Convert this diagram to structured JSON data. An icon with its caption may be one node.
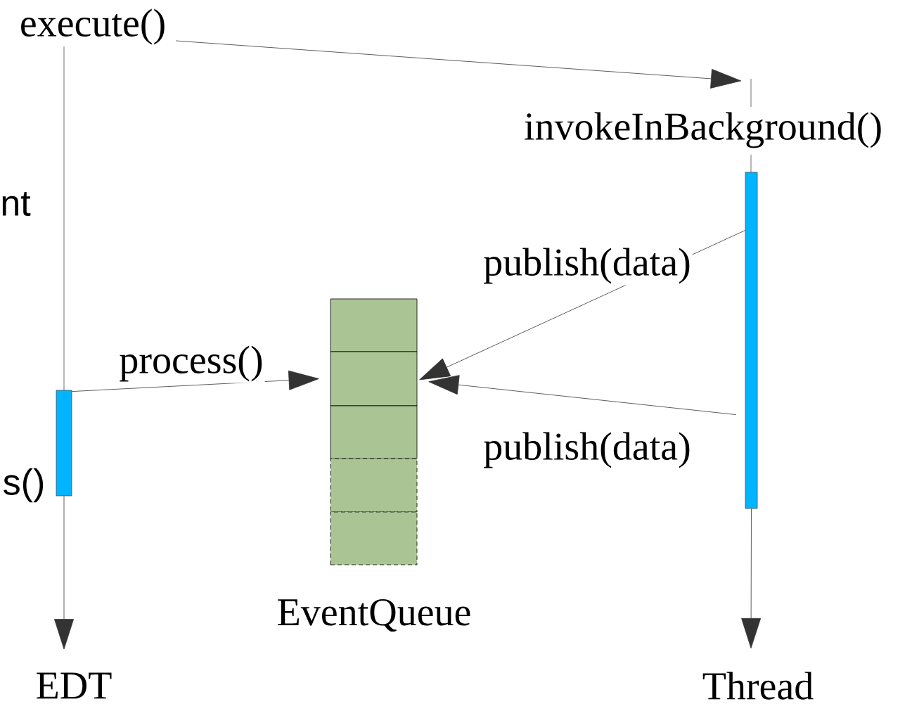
{
  "diagram": {
    "nodes": [
      {
        "text": [
          "EDT"
        ]
      },
      {
        "text": [
          "Thread"
        ]
      },
      {
        "text": [],
        "shape": "bar"
      },
      {
        "text": [],
        "shape": "bar"
      },
      {
        "text": [
          "EventQueue"
        ]
      },
      {
        "text": [],
        "shape": "box"
      },
      {
        "text": [],
        "shape": "box"
      },
      {
        "text": [],
        "shape": "box"
      },
      {
        "text": [],
        "shape": "box"
      },
      {
        "text": [],
        "shape": "box"
      }
    ],
    "edges": [
      {
        "from": 2,
        "to": 0,
        "arrow": "to"
      },
      {
        "from": 3,
        "to": 1,
        "arrow": "to"
      },
      {
        "from": 2,
        "to": 6,
        "arrow": "to",
        "label": "process()"
      },
      {
        "from": 3,
        "to": 6,
        "arrow": "to",
        "label": "publish(data)"
      },
      {
        "from": 3,
        "to": 6,
        "arrow": "to",
        "label": "publish(data)"
      }
    ],
    "labels": [
      "execute()",
      "invokeInBackground()",
      "nt",
      "s()"
    ]
  }
}
